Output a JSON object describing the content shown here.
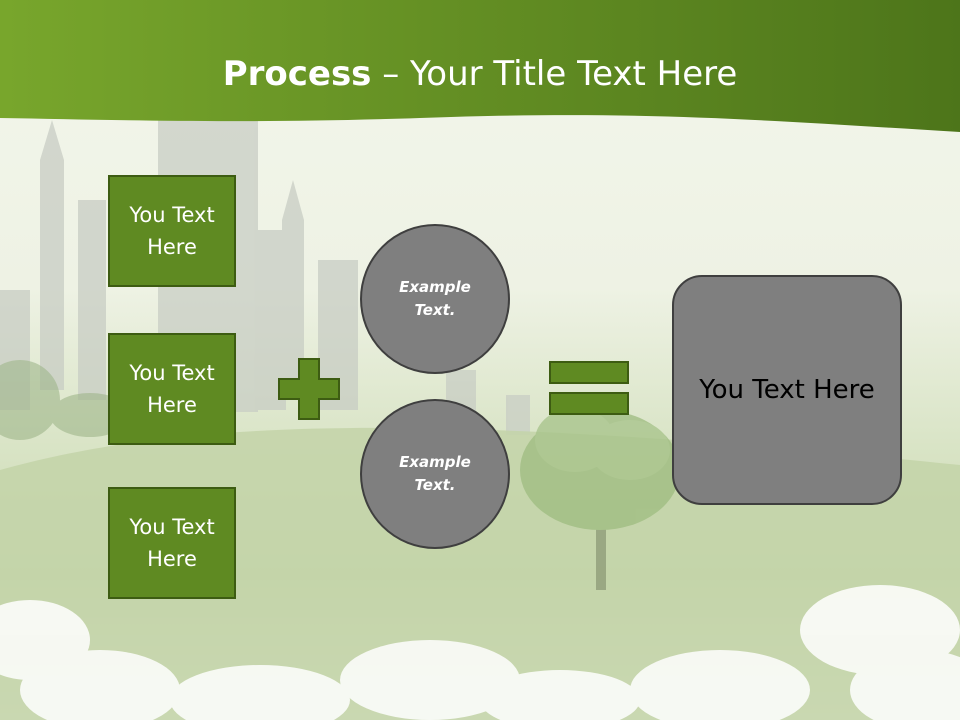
{
  "title": {
    "bold": "Process",
    "rest": " – Your Title Text Here"
  },
  "boxes": [
    {
      "label": "You Text Here"
    },
    {
      "label": "You Text Here"
    },
    {
      "label": "You Text Here"
    }
  ],
  "circles": [
    {
      "label": "Example Text."
    },
    {
      "label": "Example Text."
    }
  ],
  "result": {
    "label": "You Text Here"
  },
  "colors": {
    "header_green": "#5f8a22",
    "box_green": "#5f8a22",
    "box_border": "#3d5c12",
    "grey": "#7f7f7f"
  }
}
